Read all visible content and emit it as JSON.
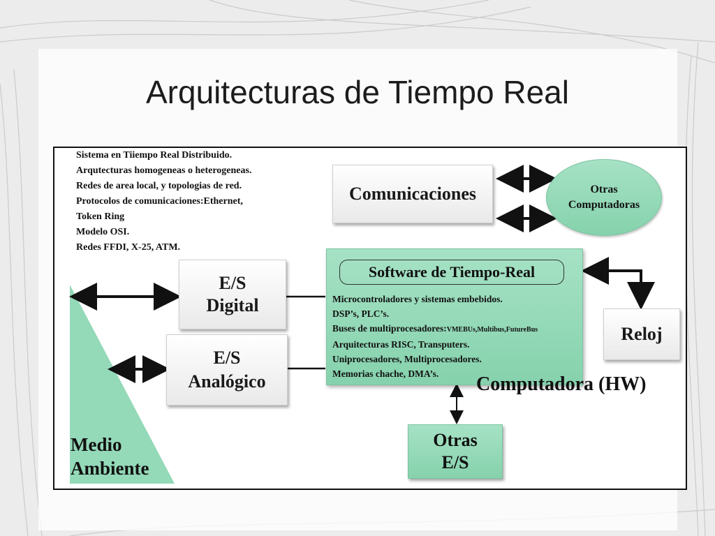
{
  "title": "Arquitecturas de Tiempo Real",
  "notes": [
    "Sistema en Tiiempo Real Distribuido.",
    " Arqutecturas homogeneas o heterogeneas.",
    "Redes de area local, y topologias de red.",
    "Protocolos de comunicaciones:Ethernet,",
    "Token Ring",
    "Modelo OSI.",
    "Redes FFDI, X-25, ATM."
  ],
  "boxes": {
    "comunicaciones": "Comunicaciones",
    "otras_computadoras_1": "Otras",
    "otras_computadoras_2": "Computadoras",
    "es_digital_1": "E/S",
    "es_digital_2": "Digital",
    "es_analogico_1": "E/S",
    "es_analogico_2": "Analógico",
    "reloj": "Reloj",
    "otras_es_1": "Otras",
    "otras_es_2": "E/S"
  },
  "software": {
    "title": "Software de Tiempo-Real",
    "items": {
      "i1": "Microcontroladores y sistemas embebidos.",
      "i2": "DSP’s, PLC’s.",
      "i3_main": "Buses de multiprocesadores:",
      "i3_small": "VMEBUs,Multibus,FutureBus",
      "i4": "Arquitecturas RISC, Transputers.",
      "i5": "Uniprocesadores, Multiprocesadores.",
      "i6": "Memorias chache, DMA’s."
    }
  },
  "computadora_label": "Computadora (HW)",
  "medio_ambiente_1": "Medio",
  "medio_ambiente_2": "Ambiente",
  "colors": {
    "green": "#94d9b8",
    "frame": "#111111"
  }
}
